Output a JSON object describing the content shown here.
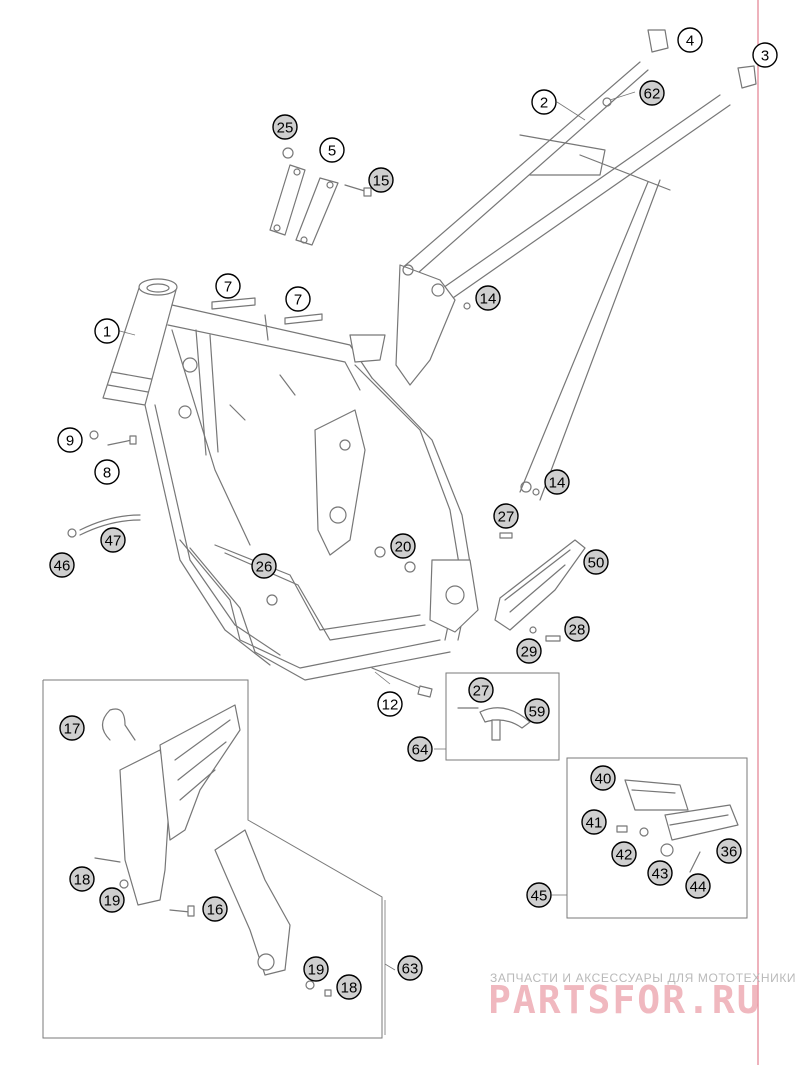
{
  "callouts": [
    {
      "label": "1",
      "filled": false
    },
    {
      "label": "2",
      "filled": false
    },
    {
      "label": "3",
      "filled": false
    },
    {
      "label": "4",
      "filled": false
    },
    {
      "label": "5",
      "filled": false
    },
    {
      "label": "7",
      "filled": false
    },
    {
      "label": "7",
      "filled": false
    },
    {
      "label": "8",
      "filled": false
    },
    {
      "label": "9",
      "filled": false
    },
    {
      "label": "12",
      "filled": false
    },
    {
      "label": "14",
      "filled": true
    },
    {
      "label": "14",
      "filled": true
    },
    {
      "label": "15",
      "filled": true
    },
    {
      "label": "16",
      "filled": true
    },
    {
      "label": "17",
      "filled": true
    },
    {
      "label": "18",
      "filled": true
    },
    {
      "label": "18",
      "filled": true
    },
    {
      "label": "19",
      "filled": true
    },
    {
      "label": "19",
      "filled": true
    },
    {
      "label": "20",
      "filled": true
    },
    {
      "label": "25",
      "filled": true
    },
    {
      "label": "26",
      "filled": true
    },
    {
      "label": "27",
      "filled": true
    },
    {
      "label": "27",
      "filled": true
    },
    {
      "label": "28",
      "filled": true
    },
    {
      "label": "29",
      "filled": true
    },
    {
      "label": "36",
      "filled": true
    },
    {
      "label": "40",
      "filled": true
    },
    {
      "label": "41",
      "filled": true
    },
    {
      "label": "42",
      "filled": true
    },
    {
      "label": "43",
      "filled": true
    },
    {
      "label": "44",
      "filled": true
    },
    {
      "label": "45",
      "filled": true
    },
    {
      "label": "46",
      "filled": true
    },
    {
      "label": "47",
      "filled": true
    },
    {
      "label": "50",
      "filled": true
    },
    {
      "label": "59",
      "filled": true
    },
    {
      "label": "62",
      "filled": true
    },
    {
      "label": "63",
      "filled": true
    },
    {
      "label": "64",
      "filled": true
    }
  ],
  "watermark": {
    "tagline": "ЗАПЧАСТИ И АКСЕССУАРЫ ДЛЯ МОТОТЕХНИКИ",
    "brand": "PARTSFOR.RU"
  },
  "colors": {
    "line": "#777777",
    "callout_fill": "#cfcfcf",
    "margin_line": "#e37f8f",
    "watermark_brand": "#f0b8bf",
    "watermark_tagline": "#b9b9b9"
  }
}
